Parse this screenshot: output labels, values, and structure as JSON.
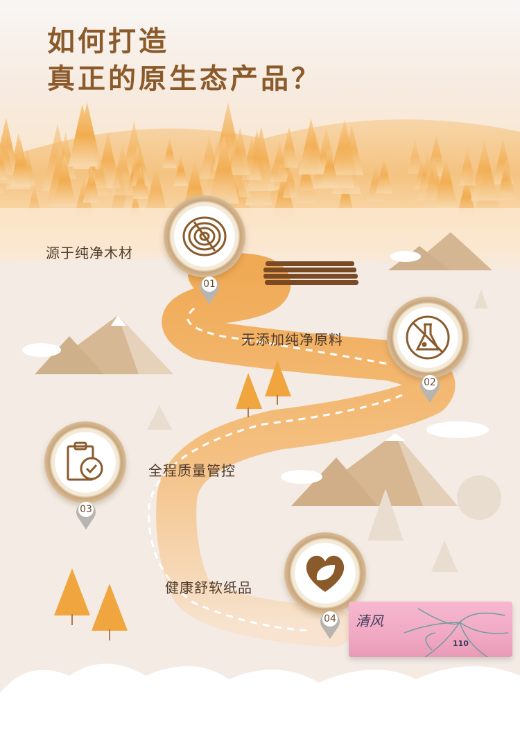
{
  "title": {
    "line1": "如何打造",
    "line2": "真正的原生态产品？"
  },
  "steps": [
    {
      "number": "01",
      "label": "源于纯净木材",
      "icon": "wood-rings-icon"
    },
    {
      "number": "02",
      "label": "无添加纯净原料",
      "icon": "no-chemicals-flask-icon"
    },
    {
      "number": "03",
      "label": "全程质量管控",
      "icon": "clipboard-check-icon"
    },
    {
      "number": "04",
      "label": "健康舒软纸品",
      "icon": "heart-leaf-icon"
    }
  ],
  "product": {
    "brand": "清风",
    "count": "110"
  },
  "colors": {
    "title": "#8a5a2b",
    "road": "#f2b260",
    "forest": "#f0a94a",
    "icon": "#8a5a2b"
  }
}
